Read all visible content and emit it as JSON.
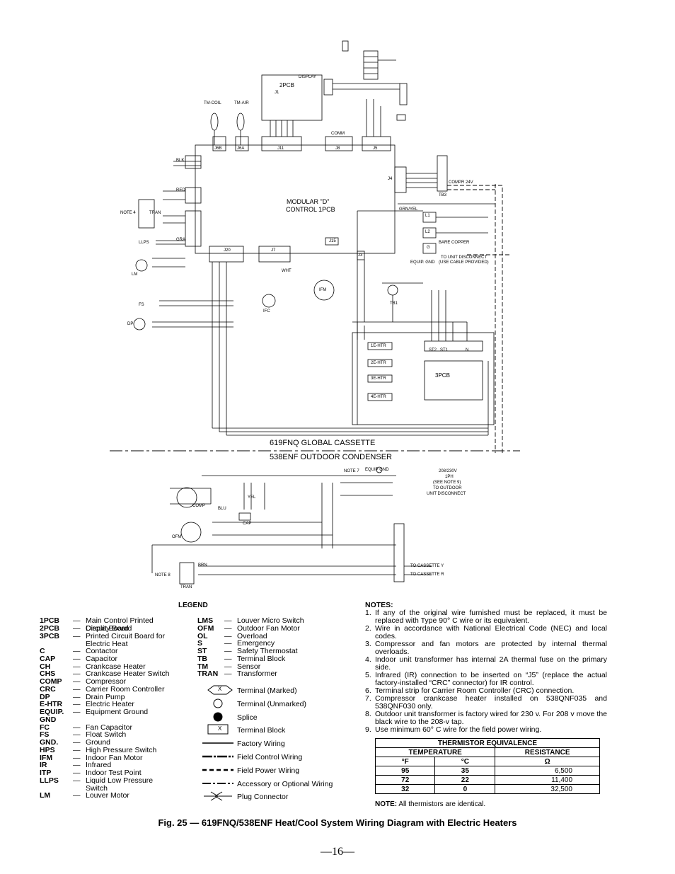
{
  "diagram": {
    "display_label": "DISPLAY",
    "pcb2": "2PCB",
    "j1": "J1",
    "tm_coil": "TM-COIL",
    "tm_air": "TM-AIR",
    "comm": "COMM",
    "j11": "J11",
    "j8": "J8",
    "j5": "J5",
    "j6b": "J6B",
    "j6a": "J6A",
    "j4": "J4",
    "j20": "J20",
    "j7": "J7",
    "j15": "J15",
    "j3": "J3",
    "module_line1": "MODULAR \"D\"",
    "module_line2": "CONTROL 1PCB",
    "tb3": "TB3",
    "compr_24v": "COMPR 24V",
    "bare_copper": "BARE COPPER",
    "to_unit_disconnect": "TO UNIT DISCONNECT",
    "equip_gnd": "EQUIP. GND",
    "use_cable": "(USE CABLE PROVIDED)",
    "l1": "L1",
    "l2": "L2",
    "g": "G",
    "tb1": "TB1",
    "ifc": "IFC",
    "ifm": "IFM",
    "pcb3": "3PCB",
    "st2": "ST2",
    "st1": "ST1",
    "n": "N",
    "htr1": "1E-HTR",
    "htr2": "2E-HTR",
    "htr3": "3E-HTR",
    "htr4": "4E-HTR",
    "note4": "NOTE 4",
    "tran": "TRAN",
    "llps": "LLPS",
    "lm": "LM",
    "fs": "FS",
    "dp": "DP",
    "global_cassette": "619FNQ GLOBAL CASSETTE",
    "outdoor_condenser": "538ENF OUTDOOR CONDENSER",
    "note7": "NOTE 7",
    "equip_gnd2": "EQUIP GND",
    "power_208": "208/230V",
    "power_1ph": "1PH",
    "see_note9": "(SEE NOTE 9)",
    "to_outdoor": "TO OUTDOOR",
    "unit_disconnect": "UNIT DISCONNECT",
    "comp": "COMP",
    "ofm": "OFM",
    "cap": "CAP",
    "note8": "NOTE 8",
    "tran2": "TRAN",
    "to_cassette_y": "TO CASSETTE Y",
    "to_cassette_r": "TO CASSETTE R",
    "wire_blk": "BLK",
    "wire_red": "RED",
    "wire_gra": "GRA",
    "wire_wht": "WHT",
    "wire_yel": "YEL",
    "wire_blu": "BLU",
    "wire_brn": "BRN",
    "wire_grn_yel": "GRN/YEL"
  },
  "legend": {
    "title": "LEGEND",
    "left": [
      {
        "abbr": "1PCB",
        "def": "Main Control Printed Circuit Board"
      },
      {
        "abbr": "2PCB",
        "def": "Display Board"
      },
      {
        "abbr": "3PCB",
        "def": "Printed Circuit Board for Electric Heat"
      },
      {
        "abbr": "C",
        "def": "Contactor"
      },
      {
        "abbr": "CAP",
        "def": "Capacitor"
      },
      {
        "abbr": "CH",
        "def": "Crankcase Heater"
      },
      {
        "abbr": "CHS",
        "def": "Crankcase Heater Switch"
      },
      {
        "abbr": "COMP",
        "def": "Compressor"
      },
      {
        "abbr": "CRC",
        "def": "Carrier Room Controller"
      },
      {
        "abbr": "DP",
        "def": "Drain Pump"
      },
      {
        "abbr": "E-HTR",
        "def": "Electric Heater"
      },
      {
        "abbr": "EQUIP. GND",
        "def": "Equipment Ground"
      },
      {
        "abbr": "FC",
        "def": "Fan Capacitor"
      },
      {
        "abbr": "FS",
        "def": "Float Switch"
      },
      {
        "abbr": "GND.",
        "def": "Ground"
      },
      {
        "abbr": "HPS",
        "def": "High Pressure Switch"
      },
      {
        "abbr": "IFM",
        "def": "Indoor Fan Motor"
      },
      {
        "abbr": "IR",
        "def": "Infrared"
      },
      {
        "abbr": "ITP",
        "def": "Indoor Test Point"
      },
      {
        "abbr": "LLPS",
        "def": "Liquid Low Pressure Switch"
      },
      {
        "abbr": "LM",
        "def": "Louver Motor"
      }
    ],
    "middle": [
      {
        "abbr": "LMS",
        "def": "Louver Micro Switch"
      },
      {
        "abbr": "OFM",
        "def": "Outdoor Fan Motor"
      },
      {
        "abbr": "OL",
        "def": "Overload"
      },
      {
        "abbr": "S",
        "def": "Emergency"
      },
      {
        "abbr": "ST",
        "def": "Safety Thermostat"
      },
      {
        "abbr": "TB",
        "def": "Terminal Block"
      },
      {
        "abbr": "TM",
        "def": "Sensor"
      },
      {
        "abbr": "TRAN",
        "def": "Transformer"
      }
    ],
    "symbols": [
      {
        "icon": "terminal-marked",
        "label": "Terminal (Marked)"
      },
      {
        "icon": "terminal-unmarked",
        "label": "Terminal (Unmarked)"
      },
      {
        "icon": "splice",
        "label": "Splice"
      },
      {
        "icon": "terminal-block",
        "label": "Terminal Block"
      },
      {
        "icon": "factory-wiring",
        "label": "Factory Wiring"
      },
      {
        "icon": "field-control-wiring",
        "label": "Field Control Wiring"
      },
      {
        "icon": "field-power-wiring",
        "label": "Field Power Wiring"
      },
      {
        "icon": "accessory-wiring",
        "label": "Accessory or Optional Wiring"
      },
      {
        "icon": "plug-connector",
        "label": "Plug Connector"
      }
    ],
    "dash": "—",
    "marker_x": "X"
  },
  "notes": {
    "title": "NOTES:",
    "items": [
      {
        "num": "1.",
        "text": "If any of the original wire furnished must be replaced, it must be replaced with Type 90° C wire or its equivalent."
      },
      {
        "num": "2.",
        "text": "Wire in accordance with National Electrical Code (NEC) and local codes."
      },
      {
        "num": "3.",
        "text": "Compressor and fan motors are protected by internal thermal overloads."
      },
      {
        "num": "4.",
        "text": "Indoor unit transformer has internal 2A thermal fuse on the primary side."
      },
      {
        "num": "5.",
        "text": "Infrared (IR) connection to be inserted on “J5” (replace the actual factory-installed “CRC” connector) for IR control."
      },
      {
        "num": "6.",
        "text": "Terminal strip for Carrier Room Controller (CRC) connection."
      },
      {
        "num": "7.",
        "text": "Compressor crankcase heater installed on 538QNF035 and 538QNF030 only."
      },
      {
        "num": "8.",
        "text": "Outdoor unit transformer is factory wired for 230 v. For 208 v move the black wire to the 208-v tap."
      },
      {
        "num": "9.",
        "text": "Use minimum 60° C wire for the field power wiring."
      }
    ]
  },
  "thermistor": {
    "title": "THERMISTOR EQUIVALENCE",
    "col_temp": "TEMPERATURE",
    "col_res": "RESISTANCE",
    "unit_f": "°F",
    "unit_c": "°C",
    "unit_ohm": "Ω",
    "rows": [
      {
        "f": "95",
        "c": "35",
        "r": "6,500"
      },
      {
        "f": "72",
        "c": "22",
        "r": "11,400"
      },
      {
        "f": "32",
        "c": "0",
        "r": "32,500"
      }
    ],
    "note_bold": "NOTE:",
    "note_text": " All thermistors are identical."
  },
  "caption": "Fig. 25 — 619FNQ/538ENF Heat/Cool System Wiring Diagram with Electric Heaters",
  "page_number": "—16—"
}
